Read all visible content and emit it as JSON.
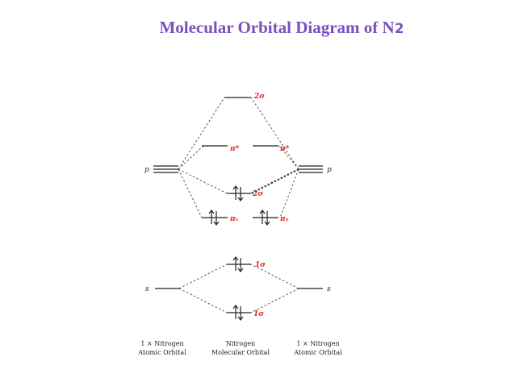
{
  "title": {
    "main": "Molecular Orbital Diagram of N",
    "subscript": "2"
  },
  "colors": {
    "title": "#7b4fbf",
    "mo_label": "#e0262b",
    "lines": "#222222"
  },
  "atomic_orbitals": {
    "left_p": "p",
    "right_p": "p",
    "left_s": "s",
    "right_s": "s"
  },
  "molecular_orbitals": {
    "sigma2p_star": "2σ",
    "pi_star_x": "π*",
    "pi_star_y": "π*",
    "sigma2p": "2σ",
    "pi_x": "πₓ",
    "pi_y": "πᵧ",
    "sigma1s_star": "1σ",
    "sigma1s": "1σ"
  },
  "captions": {
    "left_line1": "1 × Nitrogen",
    "left_line2": "Atomic Orbital",
    "center_line1": "Nitrogen",
    "center_line2": "Molecular Orbital",
    "right_line1": "1 × Nitrogen",
    "right_line2": "Atomic Orbital"
  }
}
